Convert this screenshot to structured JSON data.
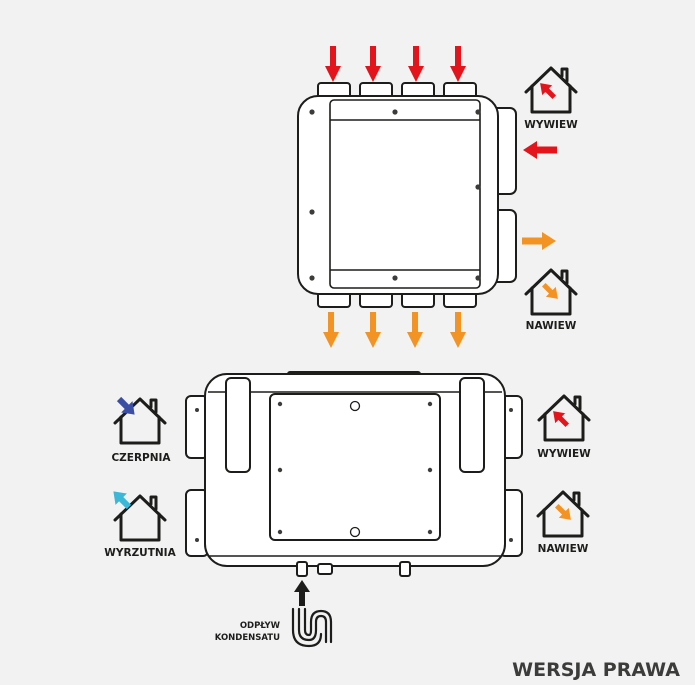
{
  "labels": {
    "top_wywiew": "WYWIEW",
    "top_nawiew": "NAWIEW",
    "bottom_czerpnia": "CZERPNIA",
    "bottom_wyrzutnia": "WYRZUTNIA",
    "bottom_wywiew": "WYWIEW",
    "bottom_nawiew": "NAWIEW",
    "condensate_line1": "ODPŁYW",
    "condensate_line2": "KONDENSATU",
    "version_title": "WERSJA PRAWA"
  },
  "colors": {
    "red": "#e3141b",
    "orange": "#f39323",
    "blue": "#3b4ea3",
    "cyan": "#3bb7d8",
    "black": "#1d1d1b"
  },
  "icons": {
    "arrow_red": "arrow-red-icon",
    "arrow_orange": "arrow-orange-icon",
    "house": "house-icon",
    "drain": "drain-trap-icon"
  }
}
